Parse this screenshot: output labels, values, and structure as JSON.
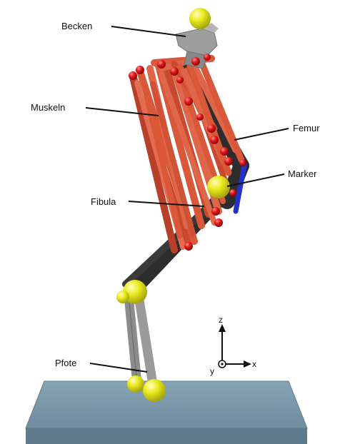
{
  "labels": {
    "becken": "Becken",
    "muskeln": "Muskeln",
    "femur": "Femur",
    "marker": "Marker",
    "fibula": "Fibula",
    "pfote": "Pfote"
  },
  "axes": {
    "z": "z",
    "y": "y",
    "x": "x"
  },
  "colors": {
    "muscle": "#d9583a",
    "muscle_dark": "#b8402a",
    "attachment": "#e01616",
    "bone": "#2d2d2d",
    "paw_bone": "#8c8c8c",
    "marker": "#eaea1e",
    "ground_top": "#7f9dae",
    "ground_front": "#6c8a9b",
    "pelvis": "#9e9e9e",
    "blue_bar": "#2432c8"
  }
}
